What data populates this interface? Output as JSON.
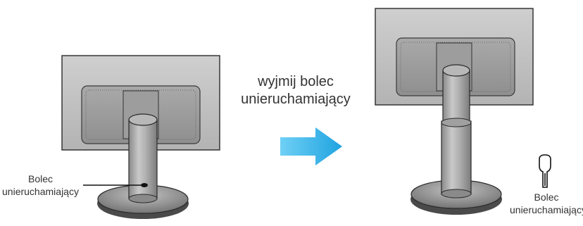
{
  "instruction": {
    "line1": "wyjmij bolec",
    "line2": "unieruchamiający"
  },
  "left_callout": {
    "line1": "Bolec",
    "line2": "unieruchamiający"
  },
  "right_callout": {
    "line1": "Bolec",
    "line2": "unieruchamiający"
  },
  "colors": {
    "arrow": "#1fa3e0",
    "monitor": "#c4c4c4",
    "outline": "#2a2a2a"
  }
}
